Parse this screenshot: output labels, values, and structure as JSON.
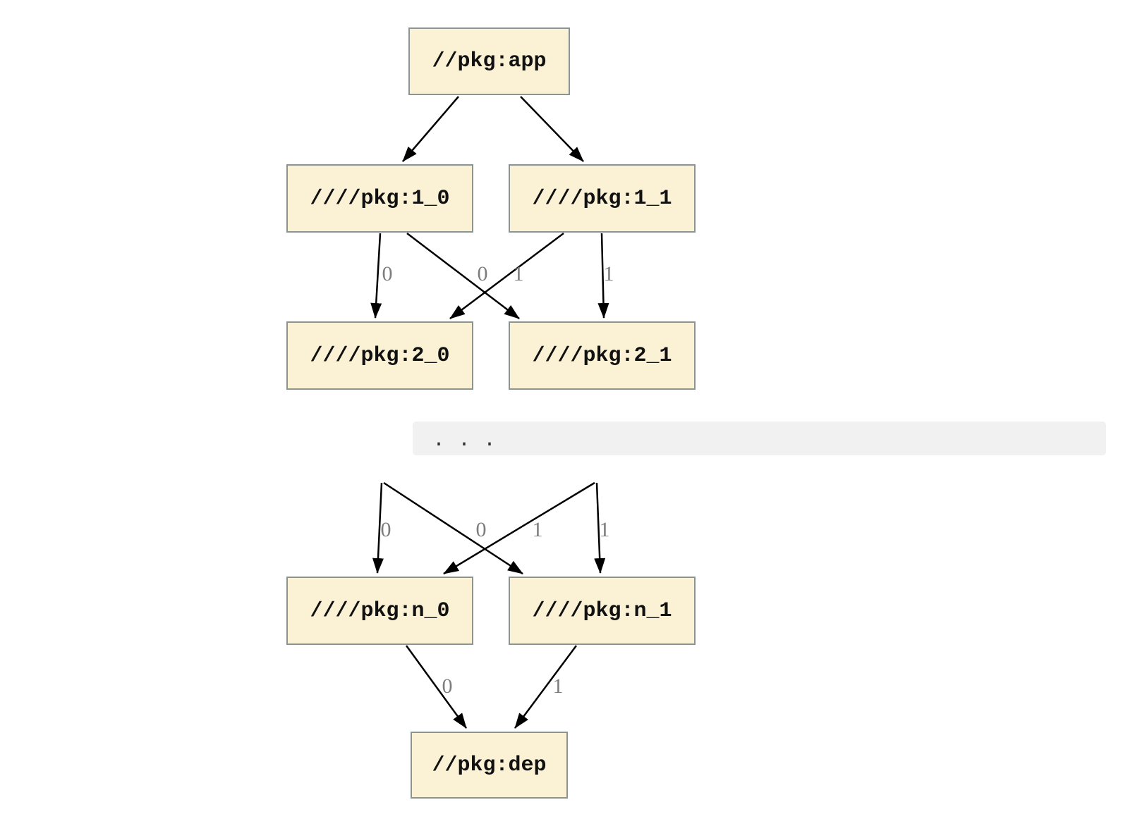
{
  "diagram": {
    "type": "dependency-graph",
    "background_color": "#ffffff",
    "colors": {
      "node_fill": "#fbf2d5",
      "node_border": "#8a9494",
      "node_text": "#111111",
      "edge": "#000000",
      "edge_label_text": "#7d7d7d",
      "ellipsis_bar_background": "#f1f1f1",
      "ellipsis_text": "#333333"
    },
    "nodes": {
      "app": {
        "label": "//pkg:app"
      },
      "l1_0": {
        "label": "////pkg:1_0"
      },
      "l1_1": {
        "label": "////pkg:1_1"
      },
      "l2_0": {
        "label": "////pkg:2_0"
      },
      "l2_1": {
        "label": "////pkg:2_1"
      },
      "ln_0": {
        "label": "////pkg:n_0"
      },
      "ln_1": {
        "label": "////pkg:n_1"
      },
      "dep": {
        "label": "//pkg:dep"
      }
    },
    "ellipsis": {
      "label": ". . ."
    },
    "edges": [
      {
        "from": "//pkg:app",
        "to": "////pkg:1_0",
        "label": ""
      },
      {
        "from": "//pkg:app",
        "to": "////pkg:1_1",
        "label": ""
      },
      {
        "from": "////pkg:1_0",
        "to": "////pkg:2_0",
        "label": "0"
      },
      {
        "from": "////pkg:1_0",
        "to": "////pkg:2_1",
        "label": "1"
      },
      {
        "from": "////pkg:1_1",
        "to": "////pkg:2_0",
        "label": "0"
      },
      {
        "from": "////pkg:1_1",
        "to": "////pkg:2_1",
        "label": "1"
      },
      {
        "from": "...",
        "to": "////pkg:n_0",
        "label": "0"
      },
      {
        "from": "...",
        "to": "////pkg:n_1",
        "label": "1"
      },
      {
        "from": "...",
        "to": "////pkg:n_0",
        "label": "0"
      },
      {
        "from": "...",
        "to": "////pkg:n_1",
        "label": "1"
      },
      {
        "from": "////pkg:n_0",
        "to": "//pkg:dep",
        "label": "0"
      },
      {
        "from": "////pkg:n_1",
        "to": "//pkg:dep",
        "label": "1"
      }
    ]
  }
}
